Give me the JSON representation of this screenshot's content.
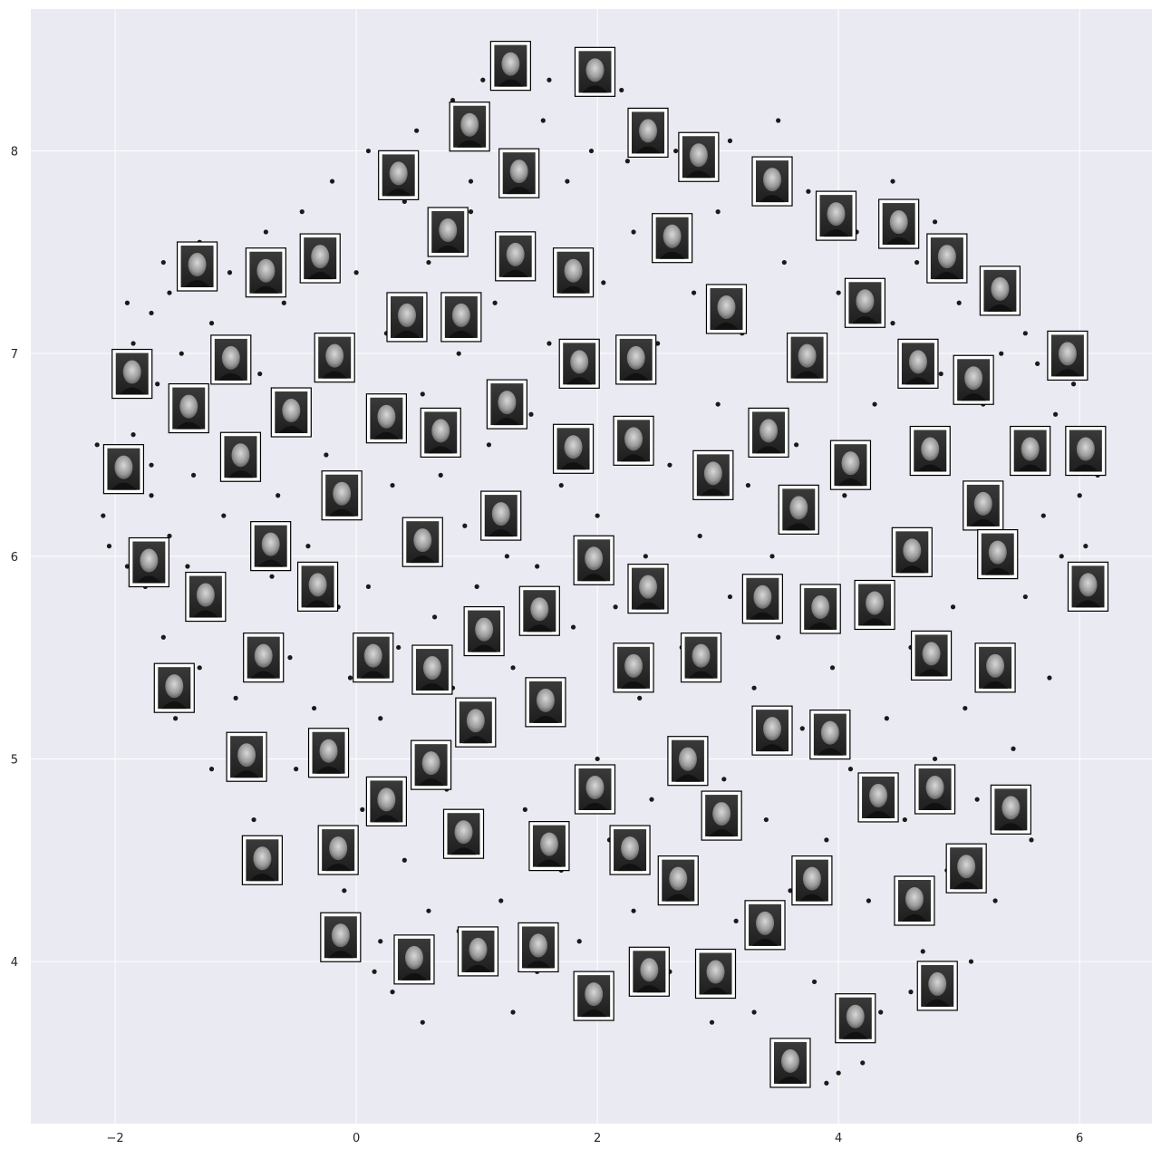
{
  "chart_data": {
    "type": "scatter",
    "title": "",
    "xlabel": "",
    "ylabel": "",
    "xlim": [
      -2.7,
      6.6
    ],
    "ylim": [
      3.2,
      8.7
    ],
    "x_ticks": [
      -2,
      0,
      2,
      4,
      6
    ],
    "y_ticks": [
      4,
      5,
      6,
      7,
      8
    ],
    "x_tick_labels": [
      "−2",
      "0",
      "2",
      "4",
      "6"
    ],
    "y_tick_labels": [
      "4",
      "5",
      "6",
      "7",
      "8"
    ],
    "grid": true,
    "background": "#eaeaf2",
    "grid_color": "#ffffff",
    "point_color": "#1a1a1a",
    "thumbnail_kind": "grayscale face photograph in white frame",
    "points_note": "about 1000 black points fill the same region; a representative sample is listed",
    "points": [
      [
        -2.15,
        6.55
      ],
      [
        -2.1,
        6.2
      ],
      [
        -2.05,
        6.05
      ],
      [
        -2.0,
        6.45
      ],
      [
        -2.0,
        6.8
      ],
      [
        -1.95,
        6.35
      ],
      [
        -1.9,
        5.95
      ],
      [
        -1.85,
        6.6
      ],
      [
        -1.85,
        7.05
      ],
      [
        -1.8,
        6.95
      ],
      [
        -1.75,
        5.85
      ],
      [
        -1.7,
        7.2
      ],
      [
        -1.7,
        6.3
      ],
      [
        -1.65,
        6.85
      ],
      [
        -1.6,
        7.45
      ],
      [
        -1.6,
        5.6
      ],
      [
        -1.55,
        6.1
      ],
      [
        -1.55,
        7.3
      ],
      [
        -1.5,
        5.2
      ],
      [
        -1.45,
        6.65
      ],
      [
        -1.45,
        7.0
      ],
      [
        -1.4,
        5.95
      ],
      [
        -1.35,
        6.4
      ],
      [
        -1.3,
        7.55
      ],
      [
        -1.3,
        5.45
      ],
      [
        -1.25,
        6.8
      ],
      [
        -1.2,
        7.15
      ],
      [
        -1.15,
        5.75
      ],
      [
        -1.1,
        6.2
      ],
      [
        -1.05,
        7.4
      ],
      [
        -1.0,
        5.3
      ],
      [
        -0.95,
        6.6
      ],
      [
        -0.9,
        7.05
      ],
      [
        -0.9,
        5.05
      ],
      [
        -0.85,
        4.7
      ],
      [
        -0.8,
        6.9
      ],
      [
        -0.75,
        7.6
      ],
      [
        -0.7,
        5.9
      ],
      [
        -0.65,
        6.3
      ],
      [
        -0.6,
        7.25
      ],
      [
        -0.55,
        5.5
      ],
      [
        -0.5,
        4.95
      ],
      [
        -0.5,
        6.75
      ],
      [
        -0.45,
        7.7
      ],
      [
        -0.4,
        6.05
      ],
      [
        -0.35,
        5.25
      ],
      [
        -0.3,
        7.45
      ],
      [
        -0.3,
        4.6
      ],
      [
        -0.25,
        6.5
      ],
      [
        -0.2,
        7.85
      ],
      [
        -0.15,
        5.75
      ],
      [
        -0.1,
        4.35
      ],
      [
        -0.1,
        6.9
      ],
      [
        -0.05,
        5.4
      ],
      [
        0.0,
        6.2
      ],
      [
        0.0,
        7.4
      ],
      [
        0.05,
        4.75
      ],
      [
        0.1,
        5.85
      ],
      [
        0.1,
        8.0
      ],
      [
        0.15,
        6.6
      ],
      [
        0.2,
        4.1
      ],
      [
        0.2,
        5.2
      ],
      [
        0.25,
        7.1
      ],
      [
        0.3,
        6.35
      ],
      [
        0.3,
        3.85
      ],
      [
        0.35,
        5.55
      ],
      [
        0.4,
        7.75
      ],
      [
        0.4,
        4.5
      ],
      [
        0.45,
        6.05
      ],
      [
        0.5,
        5.05
      ],
      [
        0.5,
        8.1
      ],
      [
        0.55,
        3.7
      ],
      [
        0.55,
        6.8
      ],
      [
        0.6,
        4.25
      ],
      [
        0.6,
        7.45
      ],
      [
        0.65,
        5.7
      ],
      [
        0.7,
        6.4
      ],
      [
        0.75,
        4.85
      ],
      [
        0.8,
        8.25
      ],
      [
        0.8,
        5.35
      ],
      [
        0.85,
        7.0
      ],
      [
        0.9,
        3.95
      ],
      [
        0.9,
        6.15
      ],
      [
        0.95,
        7.7
      ],
      [
        1.0,
        4.6
      ],
      [
        1.0,
        5.85
      ],
      [
        1.05,
        8.35
      ],
      [
        1.1,
        6.55
      ],
      [
        1.1,
        5.1
      ],
      [
        1.15,
        7.25
      ],
      [
        1.2,
        4.3
      ],
      [
        1.25,
        6.0
      ],
      [
        1.3,
        8.5
      ],
      [
        1.3,
        5.45
      ],
      [
        1.35,
        7.5
      ],
      [
        1.4,
        4.75
      ],
      [
        1.45,
        6.7
      ],
      [
        1.5,
        3.95
      ],
      [
        1.5,
        5.95
      ],
      [
        1.55,
        8.15
      ],
      [
        1.6,
        7.05
      ],
      [
        1.65,
        5.25
      ],
      [
        1.7,
        4.45
      ],
      [
        1.7,
        6.35
      ],
      [
        1.75,
        7.85
      ],
      [
        1.8,
        5.65
      ],
      [
        1.85,
        4.1
      ],
      [
        1.9,
        6.85
      ],
      [
        1.95,
        8.0
      ],
      [
        2.0,
        5.0
      ],
      [
        2.0,
        6.2
      ],
      [
        2.05,
        7.35
      ],
      [
        2.1,
        4.6
      ],
      [
        2.15,
        5.75
      ],
      [
        2.2,
        8.3
      ],
      [
        2.25,
        6.6
      ],
      [
        2.3,
        4.25
      ],
      [
        2.3,
        7.6
      ],
      [
        2.35,
        5.3
      ],
      [
        2.4,
        6.0
      ],
      [
        2.45,
        4.8
      ],
      [
        2.5,
        7.05
      ],
      [
        2.55,
        3.85
      ],
      [
        2.6,
        6.45
      ],
      [
        2.65,
        8.0
      ],
      [
        2.7,
        5.55
      ],
      [
        2.75,
        4.45
      ],
      [
        2.8,
        7.3
      ],
      [
        2.85,
        6.1
      ],
      [
        2.9,
        5.05
      ],
      [
        2.95,
        3.7
      ],
      [
        3.0,
        7.7
      ],
      [
        3.0,
        6.75
      ],
      [
        3.05,
        4.9
      ],
      [
        3.1,
        5.8
      ],
      [
        3.15,
        4.2
      ],
      [
        3.2,
        7.1
      ],
      [
        3.25,
        6.35
      ],
      [
        3.3,
        5.35
      ],
      [
        3.35,
        7.95
      ],
      [
        3.4,
        4.7
      ],
      [
        3.45,
        6.0
      ],
      [
        3.5,
        3.6
      ],
      [
        3.5,
        5.6
      ],
      [
        3.55,
        7.45
      ],
      [
        3.6,
        4.35
      ],
      [
        3.65,
        6.55
      ],
      [
        3.7,
        5.15
      ],
      [
        3.75,
        7.8
      ],
      [
        3.8,
        3.9
      ],
      [
        3.8,
        5.85
      ],
      [
        3.85,
        6.9
      ],
      [
        3.9,
        4.6
      ],
      [
        3.95,
        5.45
      ],
      [
        4.0,
        7.3
      ],
      [
        4.0,
        3.45
      ],
      [
        4.05,
        6.3
      ],
      [
        4.1,
        4.95
      ],
      [
        4.15,
        7.6
      ],
      [
        4.2,
        5.75
      ],
      [
        4.25,
        4.3
      ],
      [
        4.3,
        6.75
      ],
      [
        4.35,
        3.75
      ],
      [
        4.4,
        5.2
      ],
      [
        4.45,
        7.15
      ],
      [
        4.5,
        6.05
      ],
      [
        4.55,
        4.7
      ],
      [
        4.6,
        5.55
      ],
      [
        4.65,
        7.45
      ],
      [
        4.7,
        4.05
      ],
      [
        4.75,
        6.45
      ],
      [
        4.8,
        5.0
      ],
      [
        4.85,
        6.9
      ],
      [
        4.9,
        4.45
      ],
      [
        4.95,
        5.75
      ],
      [
        5.0,
        7.25
      ],
      [
        5.05,
        5.25
      ],
      [
        5.1,
        6.25
      ],
      [
        5.15,
        4.8
      ],
      [
        5.2,
        6.75
      ],
      [
        5.25,
        5.55
      ],
      [
        5.3,
        4.3
      ],
      [
        5.35,
        7.0
      ],
      [
        5.4,
        6.05
      ],
      [
        5.45,
        5.05
      ],
      [
        5.5,
        6.5
      ],
      [
        5.55,
        5.8
      ],
      [
        5.6,
        4.6
      ],
      [
        5.65,
        6.95
      ],
      [
        5.7,
        6.2
      ],
      [
        5.75,
        5.4
      ],
      [
        5.8,
        6.7
      ],
      [
        5.85,
        6.0
      ],
      [
        5.9,
        6.45
      ],
      [
        5.95,
        6.85
      ],
      [
        6.0,
        6.3
      ],
      [
        6.05,
        6.05
      ],
      [
        6.1,
        6.6
      ],
      [
        6.15,
        6.4
      ],
      [
        -1.2,
        4.95
      ],
      [
        -0.7,
        4.45
      ],
      [
        0.15,
        3.95
      ],
      [
        0.45,
        4.0
      ],
      [
        2.6,
        3.95
      ],
      [
        3.3,
        3.75
      ],
      [
        3.6,
        3.45
      ],
      [
        3.9,
        3.4
      ],
      [
        4.2,
        3.5
      ],
      [
        4.6,
        3.85
      ],
      [
        5.1,
        4.0
      ],
      [
        -1.7,
        6.45
      ],
      [
        -1.9,
        7.25
      ],
      [
        0.95,
        7.85
      ],
      [
        2.25,
        7.95
      ],
      [
        3.1,
        8.05
      ],
      [
        1.6,
        8.35
      ],
      [
        2.0,
        8.4
      ],
      [
        3.5,
        8.15
      ],
      [
        4.45,
        7.85
      ],
      [
        4.8,
        7.65
      ],
      [
        5.3,
        7.3
      ],
      [
        5.55,
        7.1
      ],
      [
        1.3,
        3.75
      ],
      [
        0.85,
        4.15
      ]
    ],
    "thumbnails": [
      [
        1.28,
        8.42
      ],
      [
        1.98,
        8.39
      ],
      [
        0.94,
        8.12
      ],
      [
        2.42,
        8.09
      ],
      [
        2.84,
        7.97
      ],
      [
        1.35,
        7.89
      ],
      [
        0.35,
        7.88
      ],
      [
        3.45,
        7.85
      ],
      [
        3.98,
        7.68
      ],
      [
        4.5,
        7.64
      ],
      [
        2.62,
        7.57
      ],
      [
        0.76,
        7.6
      ],
      [
        1.32,
        7.48
      ],
      [
        1.8,
        7.4
      ],
      [
        4.9,
        7.47
      ],
      [
        -1.32,
        7.43
      ],
      [
        -0.75,
        7.4
      ],
      [
        -0.3,
        7.47
      ],
      [
        5.34,
        7.31
      ],
      [
        3.07,
        7.22
      ],
      [
        4.22,
        7.25
      ],
      [
        0.42,
        7.18
      ],
      [
        0.87,
        7.18
      ],
      [
        -0.18,
        6.98
      ],
      [
        -1.04,
        6.97
      ],
      [
        1.85,
        6.95
      ],
      [
        2.32,
        6.97
      ],
      [
        3.74,
        6.98
      ],
      [
        4.66,
        6.95
      ],
      [
        5.12,
        6.87
      ],
      [
        5.9,
        6.99
      ],
      [
        -1.86,
        6.9
      ],
      [
        1.25,
        6.75
      ],
      [
        0.25,
        6.68
      ],
      [
        -0.54,
        6.71
      ],
      [
        -1.39,
        6.73
      ],
      [
        3.42,
        6.61
      ],
      [
        0.7,
        6.61
      ],
      [
        2.3,
        6.57
      ],
      [
        1.8,
        6.53
      ],
      [
        -1.93,
        6.43
      ],
      [
        -0.96,
        6.49
      ],
      [
        5.59,
        6.52
      ],
      [
        6.05,
        6.52
      ],
      [
        4.76,
        6.52
      ],
      [
        4.1,
        6.45
      ],
      [
        2.96,
        6.4
      ],
      [
        -0.12,
        6.3
      ],
      [
        3.67,
        6.23
      ],
      [
        5.2,
        6.25
      ],
      [
        1.2,
        6.2
      ],
      [
        0.55,
        6.07
      ],
      [
        -1.72,
        5.97
      ],
      [
        -0.71,
        6.05
      ],
      [
        1.97,
        5.98
      ],
      [
        4.61,
        6.02
      ],
      [
        5.32,
        6.01
      ],
      [
        6.07,
        5.85
      ],
      [
        -1.25,
        5.8
      ],
      [
        -0.32,
        5.85
      ],
      [
        2.42,
        5.84
      ],
      [
        3.37,
        5.79
      ],
      [
        3.85,
        5.74
      ],
      [
        4.3,
        5.76
      ],
      [
        1.52,
        5.73
      ],
      [
        1.06,
        5.63
      ],
      [
        -0.77,
        5.5
      ],
      [
        0.14,
        5.5
      ],
      [
        0.63,
        5.44
      ],
      [
        2.3,
        5.45
      ],
      [
        2.86,
        5.5
      ],
      [
        4.77,
        5.51
      ],
      [
        5.3,
        5.45
      ],
      [
        -1.51,
        5.35
      ],
      [
        1.57,
        5.28
      ],
      [
        0.99,
        5.18
      ],
      [
        3.45,
        5.14
      ],
      [
        3.93,
        5.12
      ],
      [
        -0.91,
        5.01
      ],
      [
        -0.23,
        5.03
      ],
      [
        0.62,
        4.97
      ],
      [
        2.75,
        4.99
      ],
      [
        1.98,
        4.85
      ],
      [
        3.03,
        4.72
      ],
      [
        4.33,
        4.81
      ],
      [
        4.8,
        4.85
      ],
      [
        5.43,
        4.75
      ],
      [
        0.25,
        4.79
      ],
      [
        -0.78,
        4.5
      ],
      [
        -0.15,
        4.55
      ],
      [
        0.89,
        4.63
      ],
      [
        1.6,
        4.57
      ],
      [
        2.27,
        4.55
      ],
      [
        2.67,
        4.4
      ],
      [
        3.78,
        4.4
      ],
      [
        5.06,
        4.46
      ],
      [
        3.39,
        4.18
      ],
      [
        4.63,
        4.3
      ],
      [
        -0.13,
        4.12
      ],
      [
        0.48,
        4.01
      ],
      [
        1.01,
        4.05
      ],
      [
        1.51,
        4.07
      ],
      [
        2.43,
        3.95
      ],
      [
        2.98,
        3.94
      ],
      [
        1.97,
        3.83
      ],
      [
        4.82,
        3.88
      ],
      [
        4.14,
        3.72
      ],
      [
        3.6,
        3.5
      ]
    ]
  }
}
